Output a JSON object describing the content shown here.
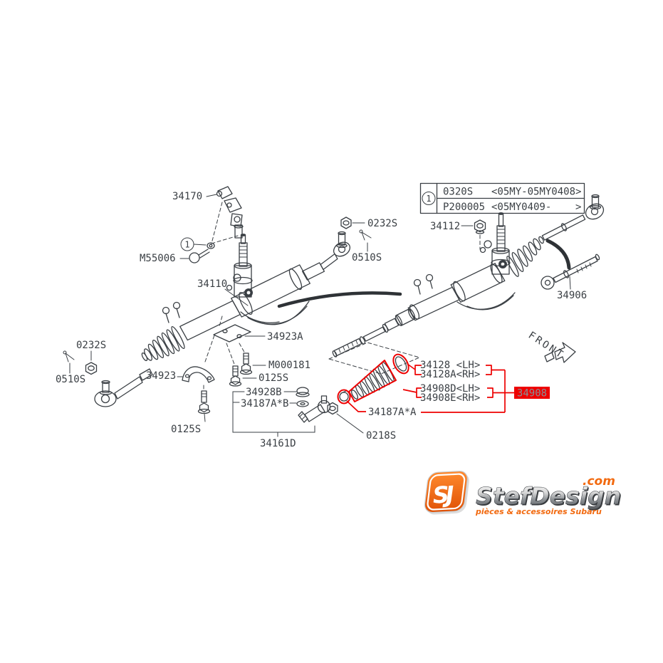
{
  "ref_table": {
    "marker": "1",
    "rows": [
      {
        "code": "0320S",
        "range": "<05MY-05MY0408>"
      },
      {
        "code": "P200005",
        "range": "<05MY0409-    >"
      }
    ]
  },
  "parts": {
    "p34170": "34170",
    "m55006": "M55006",
    "p34110": "34110",
    "nut_top": "0232S",
    "pin_top": "0510S",
    "nut_left": "0232S",
    "pin_left": "0510S",
    "p34923": "34923",
    "bolt_left": "0125S",
    "p34923a": "34923A",
    "m000181": "M000181",
    "bolt_mid": "0125S",
    "p34928b": "34928B",
    "p34187ab": "34187A*B",
    "p34161d": "34161D",
    "p0218s": "0218S",
    "p34187aa": "34187A*A",
    "p34112": "34112",
    "p34906": "34906",
    "band_lh": "34128 <LH>",
    "band_rh": "34128A<RH>",
    "boot_lh": "34908D<LH>",
    "boot_rh": "34908E<RH>",
    "group_highlight": "34908"
  },
  "front_label": "FRONT",
  "logo": {
    "monogram": "SJ",
    "name": "StefDesign",
    "tld": ".com",
    "tagline": "pièces & accessoires Subaru"
  },
  "colors": {
    "line": "#3a3f44",
    "highlight": "#ee0000",
    "highlight_box_text": "#8a9096",
    "logo_orange": "#f26a10"
  }
}
